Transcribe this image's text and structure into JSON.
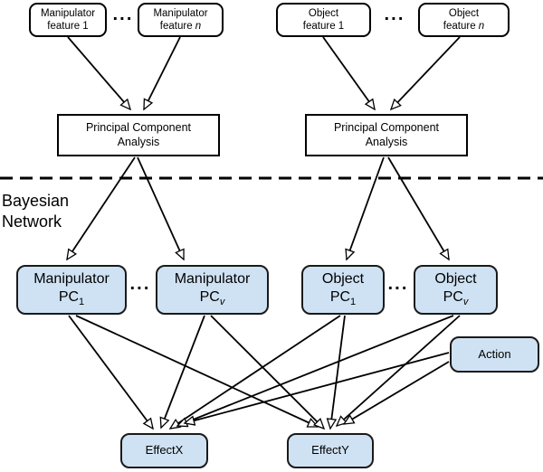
{
  "colors": {
    "node_fill_blue": "#cfe2f3",
    "node_fill_white": "#ffffff",
    "stroke": "#000000",
    "divider": "#000000"
  },
  "labels": {
    "bayesian_line1": "Bayesian",
    "bayesian_line2": "Network",
    "ellipsis": "···"
  },
  "nodes": {
    "manip_feature_1": {
      "line1": "Manipulator",
      "line2": "feature 1"
    },
    "manip_feature_n": {
      "line1": "Manipulator",
      "line2_prefix": "feature ",
      "line2_var": "n"
    },
    "object_feature_1": {
      "line1": "Object",
      "line2": "feature 1"
    },
    "object_feature_n": {
      "line1": "Object",
      "line2_prefix": "feature ",
      "line2_var": "n"
    },
    "pca_left": {
      "line1": "Principal Component",
      "line2": "Analysis"
    },
    "pca_right": {
      "line1": "Principal Component",
      "line2": "Analysis"
    },
    "manip_pc_1": {
      "line1": "Manipulator",
      "base": "PC",
      "sub": "1"
    },
    "manip_pc_v": {
      "line1": "Manipulator",
      "base": "PC",
      "sub": "v"
    },
    "object_pc_1": {
      "line1": "Object",
      "base": "PC",
      "sub": "1"
    },
    "object_pc_v": {
      "line1": "Object",
      "base": "PC",
      "sub": "v"
    },
    "action": {
      "label": "Action"
    },
    "effect_x": {
      "label": "EffectX"
    },
    "effect_y": {
      "label": "EffectY"
    }
  },
  "edges": [
    {
      "from": "manip_feature_1",
      "to": "pca_left"
    },
    {
      "from": "manip_feature_n",
      "to": "pca_left"
    },
    {
      "from": "object_feature_1",
      "to": "pca_right"
    },
    {
      "from": "object_feature_n",
      "to": "pca_right"
    },
    {
      "from": "pca_left",
      "to": "manip_pc_1"
    },
    {
      "from": "pca_left",
      "to": "manip_pc_v"
    },
    {
      "from": "pca_right",
      "to": "object_pc_1"
    },
    {
      "from": "pca_right",
      "to": "object_pc_v"
    },
    {
      "from": "manip_pc_1",
      "to": "effect_x"
    },
    {
      "from": "manip_pc_1",
      "to": "effect_y"
    },
    {
      "from": "manip_pc_v",
      "to": "effect_x"
    },
    {
      "from": "manip_pc_v",
      "to": "effect_y"
    },
    {
      "from": "object_pc_1",
      "to": "effect_x"
    },
    {
      "from": "object_pc_1",
      "to": "effect_y"
    },
    {
      "from": "object_pc_v",
      "to": "effect_x"
    },
    {
      "from": "object_pc_v",
      "to": "effect_y"
    },
    {
      "from": "action",
      "to": "effect_x"
    },
    {
      "from": "action",
      "to": "effect_y"
    }
  ]
}
